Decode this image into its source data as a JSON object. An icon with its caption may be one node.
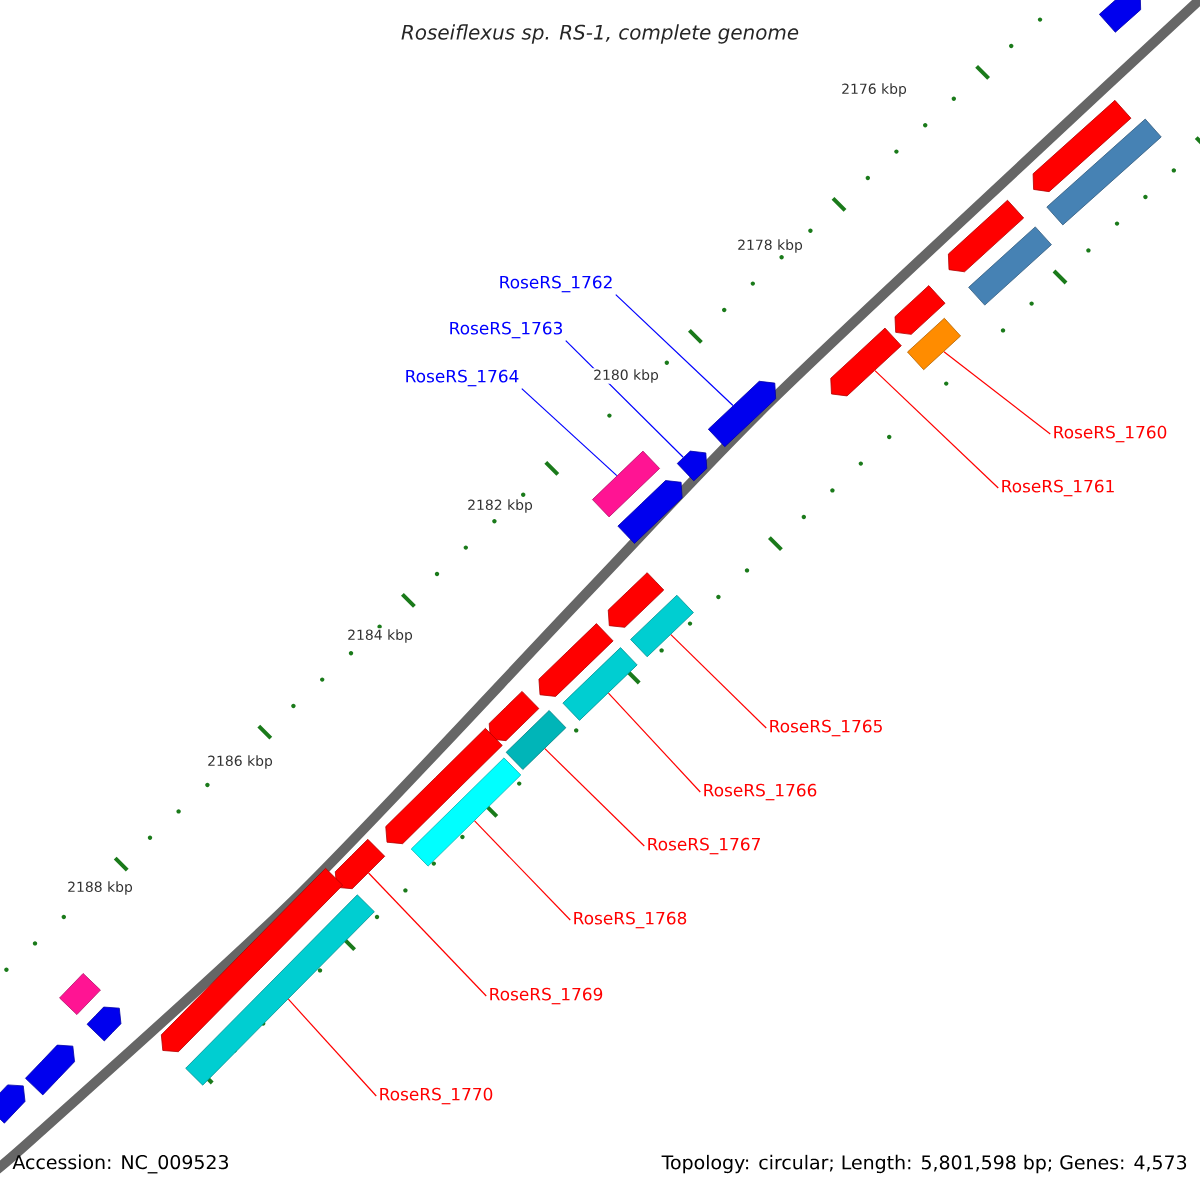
{
  "diagram": {
    "title": "Roseiflexus sp. RS-1, complete genome",
    "nodes": [
      {
        "text": [
          "RoseRS_1762"
        ]
      },
      {
        "text": [
          "RoseRS_1763"
        ]
      },
      {
        "text": [
          "RoseRS_1764"
        ]
      },
      {
        "text": [
          "RoseRS_1760"
        ]
      },
      {
        "text": [
          "RoseRS_1761"
        ]
      },
      {
        "text": [
          "RoseRS_1765"
        ]
      },
      {
        "text": [
          "RoseRS_1766"
        ]
      },
      {
        "text": [
          "RoseRS_1767"
        ]
      },
      {
        "text": [
          "RoseRS_1768"
        ]
      },
      {
        "text": [
          "RoseRS_1769"
        ]
      },
      {
        "text": [
          "RoseRS_1770"
        ]
      },
      {
        "text": [],
        "shape": "pentagon"
      },
      {
        "text": [],
        "shape": "pentagon"
      },
      {
        "text": [],
        "shape": "bar"
      },
      {
        "text": [],
        "shape": "pentagon"
      },
      {
        "text": [],
        "shape": "bar"
      },
      {
        "text": [],
        "shape": "pentagon"
      },
      {
        "text": [],
        "shape": "bar"
      },
      {
        "text": [],
        "shape": "pentagon"
      },
      {
        "text": [],
        "shape": "pentagon"
      },
      {
        "text": [],
        "shape": "bar"
      },
      {
        "text": [],
        "shape": "pentagon"
      },
      {
        "text": [],
        "shape": "pentagon"
      },
      {
        "text": [],
        "shape": "pentagon"
      },
      {
        "text": [],
        "shape": "bar"
      },
      {
        "text": [],
        "shape": "pentagon"
      },
      {
        "text": [],
        "shape": "bar"
      },
      {
        "text": [],
        "shape": "pentagon"
      },
      {
        "text": [],
        "shape": "bar"
      },
      {
        "text": [],
        "shape": "pentagon"
      },
      {
        "text": [],
        "shape": "bar"
      },
      {
        "text": [],
        "shape": "pentagon"
      },
      {
        "text": [],
        "shape": "pentagon"
      },
      {
        "text": [],
        "shape": "bar"
      },
      {
        "text": [],
        "shape": "bar"
      },
      {
        "text": [],
        "shape": "pentagon"
      },
      {
        "text": [],
        "shape": "pentagon"
      },
      {
        "text": [],
        "shape": "pentagon"
      }
    ],
    "edges": [
      {
        "from": 0,
        "to": 19,
        "arrow": "none",
        "color": "#0000ff"
      },
      {
        "from": 1,
        "to": 21,
        "arrow": "none",
        "color": "#0000ff"
      },
      {
        "from": 2,
        "to": 20,
        "arrow": "none",
        "color": "#0000ff"
      },
      {
        "from": 3,
        "to": 17,
        "arrow": "none"
      },
      {
        "from": 4,
        "to": 18,
        "arrow": "none"
      },
      {
        "from": 5,
        "to": 24,
        "arrow": "none"
      },
      {
        "from": 6,
        "to": 26,
        "arrow": "none"
      },
      {
        "from": 7,
        "to": 28,
        "arrow": "none"
      },
      {
        "from": 8,
        "to": 30,
        "arrow": "none"
      },
      {
        "from": 9,
        "to": 31,
        "arrow": "none"
      },
      {
        "from": 10,
        "to": 33,
        "arrow": "none"
      }
    ],
    "labels": [
      "2176 kbp",
      "2178 kbp",
      "2180 kbp",
      "2182 kbp",
      "2184 kbp",
      "2186 kbp",
      "2188 kbp",
      "Accession: NC_009523",
      "Topology: circular; Length: 5,801,598 bp; Genes: 4,573"
    ]
  }
}
